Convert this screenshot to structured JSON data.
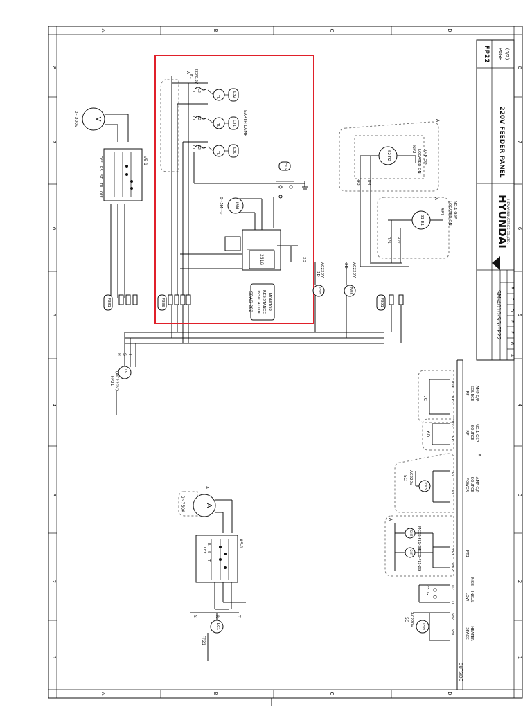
{
  "title_block": {
    "sheet_code": "FP22",
    "page_label": "PAGE",
    "page_value": "(0/2)",
    "panel_title": "220V FEEDER PANEL",
    "company": "HYUNDAI",
    "company_sub": "HEAVY INDUSTRIES CO.,LTD.",
    "drawing_no": "SM-4010-SG-FP22",
    "rev_letters": [
      "B",
      "C",
      "D",
      "E",
      "F",
      "G"
    ]
  },
  "border": {
    "col_labels": [
      "A",
      "B",
      "C",
      "D"
    ],
    "row_labels": [
      "1",
      "2",
      "3",
      "4",
      "5",
      "6",
      "7",
      "8"
    ]
  },
  "highlight": {
    "color": "#e0202a"
  },
  "labels": {
    "volt_meter_range": "0~300V",
    "volt_meter_symbol": "V",
    "vs_name": "VS-1",
    "vs_positions": [
      "OFF",
      "RS",
      "ST",
      "TR",
      "OFF"
    ],
    "tr_label": "Tr1",
    "tr_rating": "220/8.3V",
    "lamp_l1": "L1",
    "lamp_l2": "L2",
    "earth_lamp": "EARTH LAMP",
    "lamps": [
      "L32",
      "L31",
      "L30"
    ],
    "ets": "ETS",
    "irm": "IRM",
    "irm_range": "0~5M~∞",
    "relay": "251G",
    "relay_ref": "2D",
    "sbag_model": "SBAG-202",
    "sbag_desc1": "INSULATION",
    "sbag_desc2": "RESISTANCE",
    "sbag_desc3": "MONITOR",
    "fuse_f381": "F381",
    "fuse_f336": "F336",
    "fuse_f391": "F391",
    "lsh": "LSH",
    "pws": "PWS",
    "ac220": "AC220V",
    "ref_1d": "1D",
    "ref_2d": "2D",
    "rp2_label": "RP2",
    "rp2_loc1": "LOCATED ON",
    "rp2_loc2": "AMP C/P",
    "rp1_label": "RP1",
    "rp1_loc1": "LOCATED ON",
    "rp1_loc2": "NO.1 GSP",
    "rp3": "RP3",
    "rp4": "RP4",
    "rp1": "RP1",
    "rp2": "RP2",
    "fp21_upper": "FP21",
    "fp21_upper_v": "(AC220V)",
    "lv1": "LV1",
    "lc1": "LC1",
    "fp21_lower": "FP21",
    "amp_range": "0~750A",
    "amp_symbol": "A",
    "as_name": "AS-1",
    "as_positions": [
      "R",
      "S",
      "T",
      "OFF"
    ],
    "r": "R",
    "s": "S",
    "t": "T",
    "terminals_rp": [
      "RP4",
      "RP3",
      "RP2",
      "RP1"
    ],
    "ref_7c": "7C",
    "rp_source_amp1": "RP",
    "rp_source_amp2": "SOURCE",
    "rp_source_amp3": "AMP C/P",
    "ref_6d": "6D",
    "rp_source_gsp1": "RP",
    "rp_source_gsp2": "SOURCE",
    "rp_source_gsp3": "NO.1 GSP",
    "ref_5c": "5C",
    "p1": "P1",
    "p2": "P2",
    "power_source1": "POWER",
    "power_source2": "SOURCE",
    "power_source3": "AMP C/P",
    "sht": "SHT",
    "mccb1": "MCCB-PL1-2G",
    "mccb2": "MCCB-PL1-2G",
    "pt1": "PT1",
    "terms_2fp": [
      "2FP1",
      "2FP2"
    ],
    "msb": "MSB",
    "u1": "U1",
    "u2": "U2",
    "low_insul1": "LOW",
    "low_insul2": "INSUL",
    "sh1": "SH1",
    "sh2": "SH2",
    "space_heater1": "SPACE",
    "space_heater2": "HEATER",
    "outside": "OUTSIDE",
    "rev_mark": "A"
  }
}
